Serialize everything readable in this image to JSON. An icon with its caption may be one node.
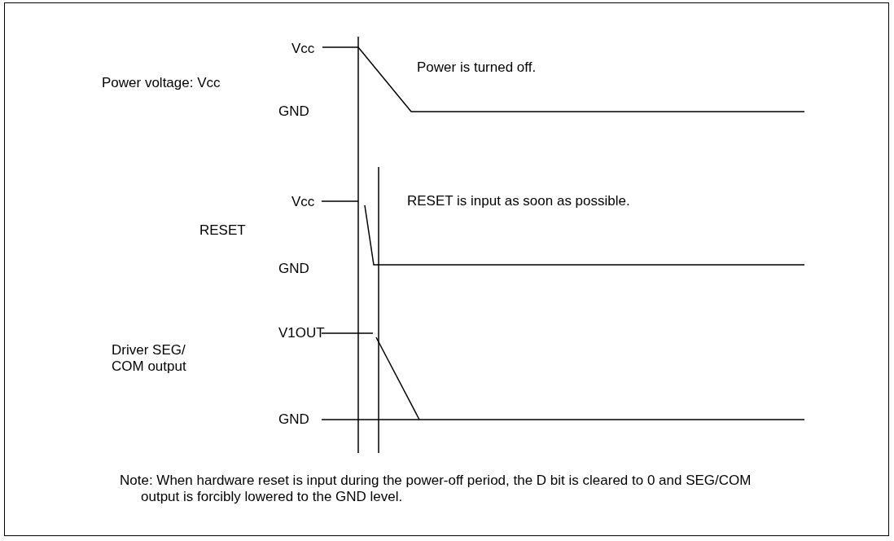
{
  "diagram": {
    "labels": [
      "Vcc",
      "Power is turned off.",
      "Power voltage: Vcc",
      "GND",
      "Vcc",
      "RESET is input as soon as possible.",
      "RESET",
      "GND",
      "V1OUT",
      "Driver SEG/ COM output",
      "GND",
      "Note: When hardware reset is input during the power-off period, the D bit is cleared to 0 and SEG/COM output is forcibly lowered to the GND level."
    ]
  }
}
